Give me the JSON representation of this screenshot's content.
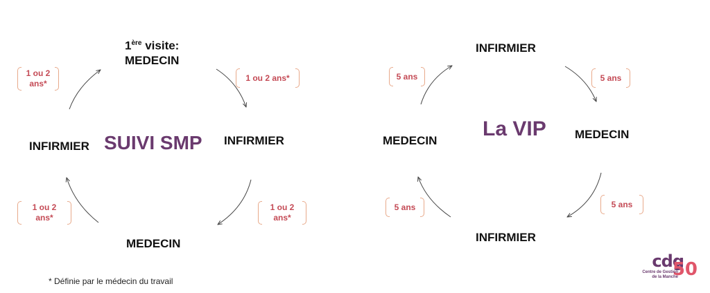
{
  "left_cycle": {
    "title": "SUIVI SMP",
    "top_line1": "1ère visite:",
    "top_line2": "MEDECIN",
    "right": "INFIRMIER",
    "bottom": "MEDECIN",
    "left": "INFIRMIER",
    "intervals": {
      "top_left": [
        "1 ou 2",
        "ans*"
      ],
      "top_right": "1 ou 2 ans*",
      "bottom_right": [
        "1 ou 2",
        "ans*"
      ],
      "bottom_left": [
        "1 ou 2",
        "ans*"
      ]
    }
  },
  "right_cycle": {
    "title": "La VIP",
    "top": "INFIRMIER",
    "right": "MEDECIN",
    "bottom": "INFIRMIER",
    "left": "MEDECIN",
    "intervals": {
      "top_left": "5 ans",
      "top_right": "5 ans",
      "bottom_right": "5 ans",
      "bottom_left": "5 ans"
    }
  },
  "footnote": "* Définie par le médecin du travail",
  "logo": {
    "brand": "cdg",
    "number": "50",
    "line1": "Centre de Gestion",
    "line2": "de la Manche",
    "colors": {
      "brand": "#6a3a6e",
      "number": "#e0566a"
    }
  },
  "colors": {
    "title": "#6a3a6e",
    "interval_text": "#c44a55",
    "bracket": "#e8a98a",
    "node_text": "#111111"
  }
}
